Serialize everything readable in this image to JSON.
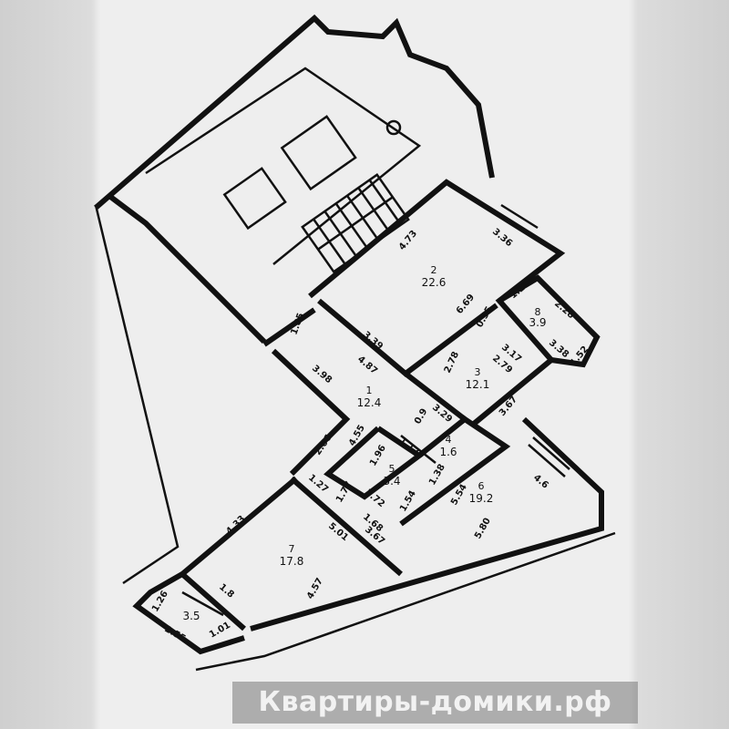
{
  "rooms": [
    {
      "number": "1",
      "area": "12.4"
    },
    {
      "number": "2",
      "area": "22.6"
    },
    {
      "number": "3",
      "area": "12.1"
    },
    {
      "number": "4",
      "area": "1.6"
    },
    {
      "number": "5",
      "area": "3.4"
    },
    {
      "number": "6",
      "area": "19.2"
    },
    {
      "number": "7",
      "area": "17.8"
    },
    {
      "number": "8",
      "area": "3.9"
    },
    {
      "number": "",
      "area": "3.5"
    }
  ],
  "dimensions": [
    "4.73",
    "3.36",
    "6.69",
    "3.39",
    "0.35",
    "1.24",
    "2.28",
    "3.17",
    "3.38",
    "1.52",
    "2.78",
    "2.79",
    "3.29",
    "3.67",
    "1.85",
    "4.87",
    "3.98",
    "2.66",
    "4.55",
    "0.9",
    "1.17",
    "1.96",
    "1.38",
    "1.77",
    "1.68",
    "1.72",
    "1.54",
    "5.54",
    "5.80",
    "4.6",
    "1.27",
    "5.01",
    "3.67",
    "4.33",
    "4.57",
    "1.8",
    "1.26",
    "2.55",
    "1.01"
  ],
  "watermark": "Квартиры-домики.рф"
}
